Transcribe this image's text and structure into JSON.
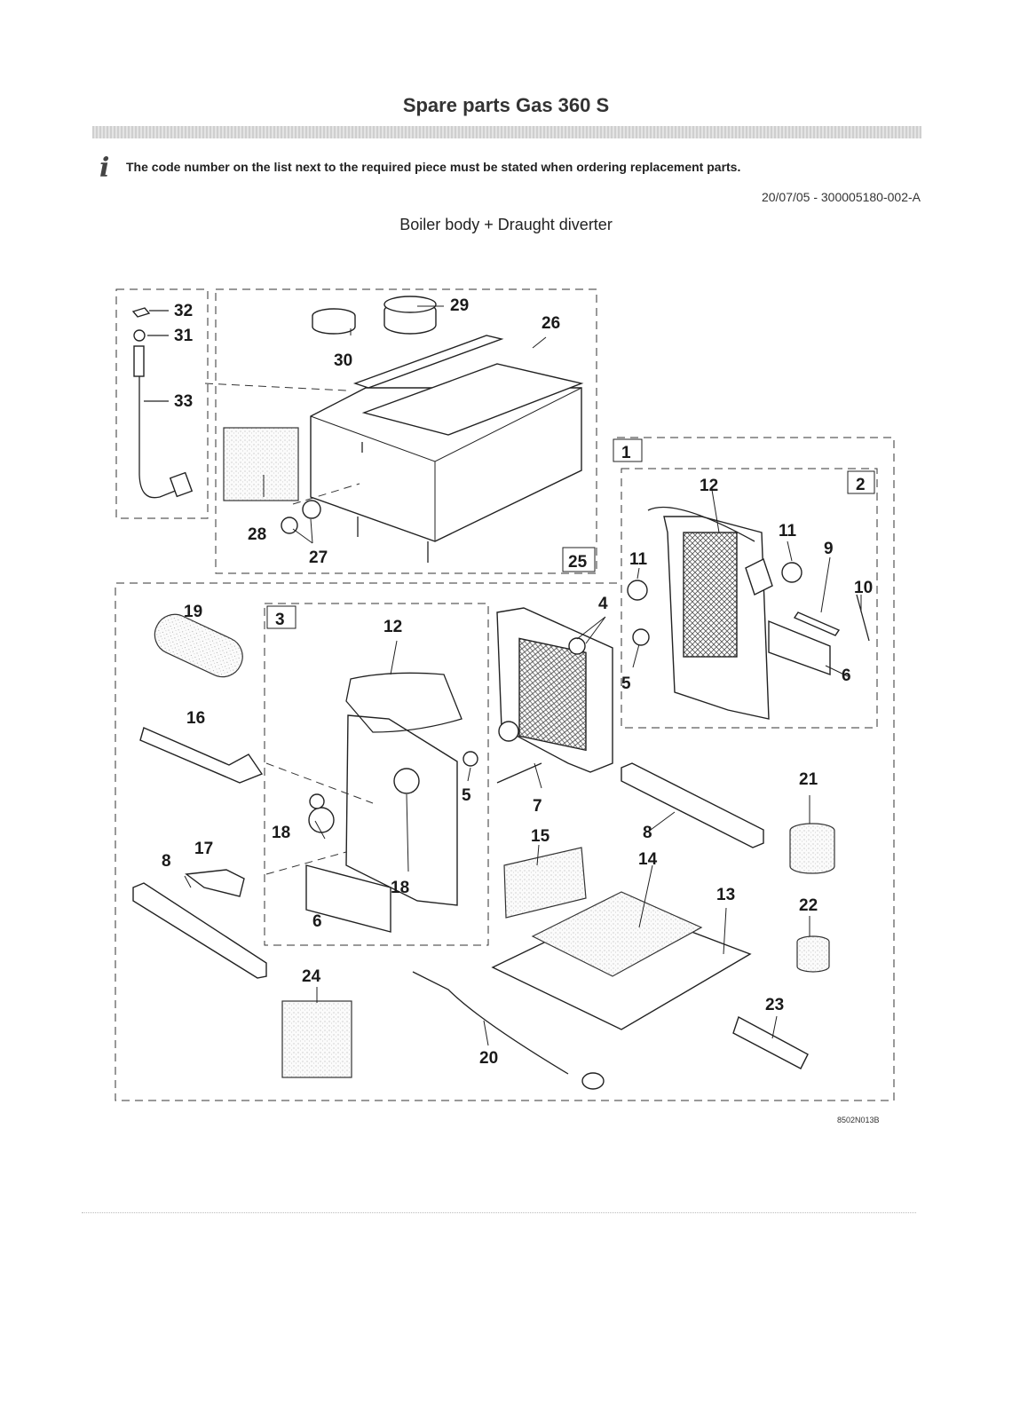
{
  "header": {
    "title": "Spare parts Gas 360 S",
    "info_icon": "info-icon",
    "note": "The code number on the list next to the required piece must be stated when ordering replacement parts.",
    "doc_ref": "20/07/05 - 300005180-002-A",
    "subtitle": "Boiler body + Draught diverter"
  },
  "diagram": {
    "drawing_code": "8502N013B",
    "callouts": [
      "32",
      "31",
      "33",
      "30",
      "29",
      "26",
      "28",
      "27",
      "25",
      "1",
      "2",
      "12",
      "11",
      "11",
      "9",
      "10",
      "3",
      "19",
      "12",
      "4",
      "5",
      "5",
      "6",
      "16",
      "7",
      "18",
      "17",
      "8",
      "18",
      "6",
      "15",
      "14",
      "8",
      "13",
      "21",
      "22",
      "24",
      "20",
      "23"
    ]
  }
}
